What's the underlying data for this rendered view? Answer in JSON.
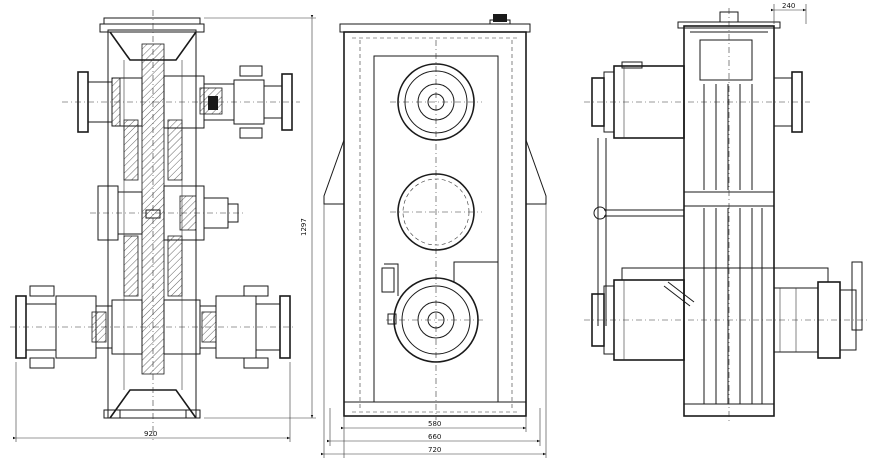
{
  "dimensions": {
    "width_total": "920",
    "height_total": "1297",
    "front_inner": "580",
    "front_mid": "660",
    "front_outer": "720",
    "side_offset": "240"
  },
  "colors": {
    "line": "#1a1a1a",
    "background": "#ffffff"
  }
}
